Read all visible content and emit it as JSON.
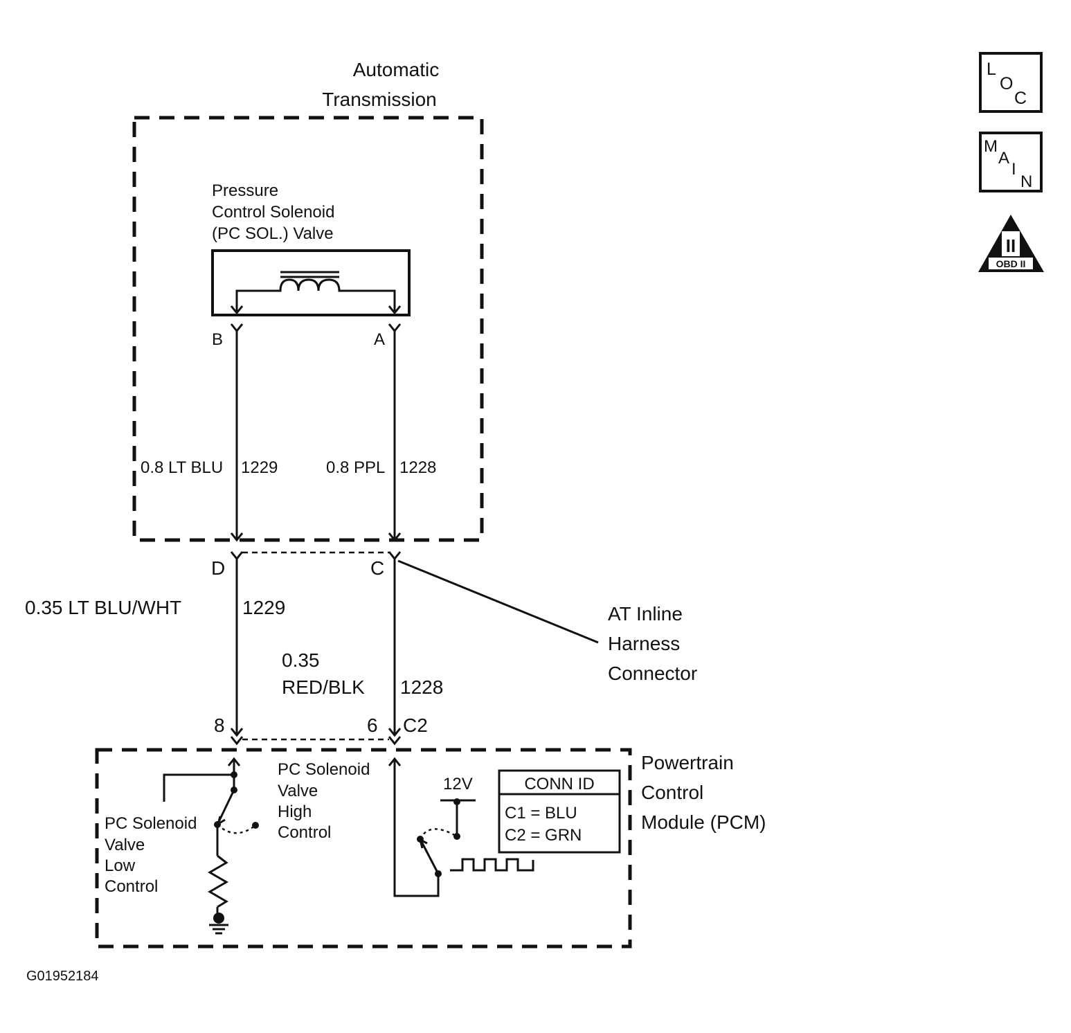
{
  "transmission": {
    "title_line1": "Automatic",
    "title_line2": "Transmission",
    "solenoid_line1": "Pressure",
    "solenoid_line2": "Control Solenoid",
    "solenoid_line3": "(PC SOL.) Valve",
    "pin_b": "B",
    "pin_a": "A",
    "wire_left_color": "0.8 LT BLU",
    "wire_left_circuit": "1229",
    "wire_right_color": "0.8 PPL",
    "wire_right_circuit": "1228"
  },
  "inline_connector": {
    "pin_d": "D",
    "pin_c": "C",
    "label_line1": "AT Inline",
    "label_line2": "Harness",
    "label_line3": "Connector"
  },
  "harness": {
    "left_color": "0.35 LT BLU/WHT",
    "left_circuit": "1229",
    "right_size": "0.35",
    "right_color": "RED/BLK",
    "right_circuit": "1228"
  },
  "pcm": {
    "pin_8": "8",
    "pin_6": "6",
    "connector": "C2",
    "title_line1": "Powertrain",
    "title_line2": "Control",
    "title_line3": "Module (PCM)",
    "low_line1": "PC Solenoid",
    "low_line2": "Valve",
    "low_line3": "Low",
    "low_line4": "Control",
    "high_line1": "PC Solenoid",
    "high_line2": "Valve",
    "high_line3": "High",
    "high_line4": "Control",
    "voltage": "12V",
    "conn_id_title": "CONN ID",
    "conn_id_row1": "C1 = BLU",
    "conn_id_row2": "C2 = GRN"
  },
  "badges": {
    "loc_l": "L",
    "loc_o": "O",
    "loc_c": "C",
    "main_m": "M",
    "main_a": "A",
    "main_i": "I",
    "main_n": "N",
    "obd_numeral": "II",
    "obd_label": "OBD II"
  },
  "figure_id": "G01952184"
}
